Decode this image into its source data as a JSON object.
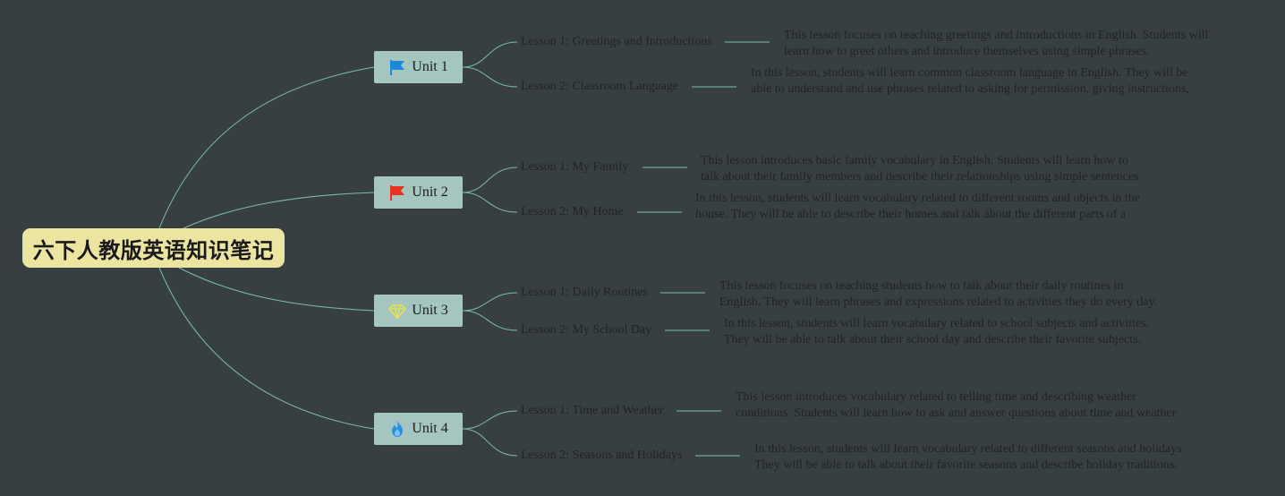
{
  "root": {
    "title": "六下人教版英语知识笔记"
  },
  "colors": {
    "background": "#373f42",
    "root": "#ece5a2",
    "unit": "#a5c6c0",
    "link": "#7fb9ae"
  },
  "units": [
    {
      "label": "Unit 1",
      "icon": "blue-flag-icon",
      "lessons": [
        {
          "title": "Lesson 1: Greetings and Introductions",
          "description": "This lesson focuses on teaching greetings and introductions in English. Students will learn how to greet others and introduce themselves using simple phrases."
        },
        {
          "title": "Lesson 2: Classroom Language",
          "description": "In this lesson, students will learn common classroom language in English. They will be able to understand and use phrases related to asking for permission, giving instructions, and expressing needs in the classroom."
        }
      ]
    },
    {
      "label": "Unit 2",
      "icon": "red-flag-icon",
      "lessons": [
        {
          "title": "Lesson 1: My Family",
          "description": "This lesson introduces basic family vocabulary in English. Students will learn how to talk about their family members and describe their relationships using simple sentences."
        },
        {
          "title": "Lesson 2: My Home",
          "description": "In this lesson, students will learn vocabulary related to different rooms and objects in the house. They will be able to describe their homes and talk about the different parts of a house."
        }
      ]
    },
    {
      "label": "Unit 3",
      "icon": "diamond-icon",
      "lessons": [
        {
          "title": "Lesson 1: Daily Routines",
          "description": "This lesson focuses on teaching students how to talk about their daily routines in English. They will learn phrases and expressions related to activities they do every day."
        },
        {
          "title": "Lesson 2: My School Day",
          "description": "In this lesson, students will learn vocabulary related to school subjects and activities. They will be able to talk about their school day and describe their favorite subjects."
        }
      ]
    },
    {
      "label": "Unit 4",
      "icon": "fire-icon",
      "lessons": [
        {
          "title": "Lesson 1: Time and Weather",
          "description": "This lesson introduces vocabulary related to telling time and describing weather conditions. Students will learn how to ask and answer questions about time and weather in English."
        },
        {
          "title": "Lesson 2: Seasons and Holidays",
          "description": "In this lesson, students will learn vocabulary related to different seasons and holidays. They will be able to talk about their favorite seasons and describe holiday traditions."
        }
      ]
    }
  ]
}
